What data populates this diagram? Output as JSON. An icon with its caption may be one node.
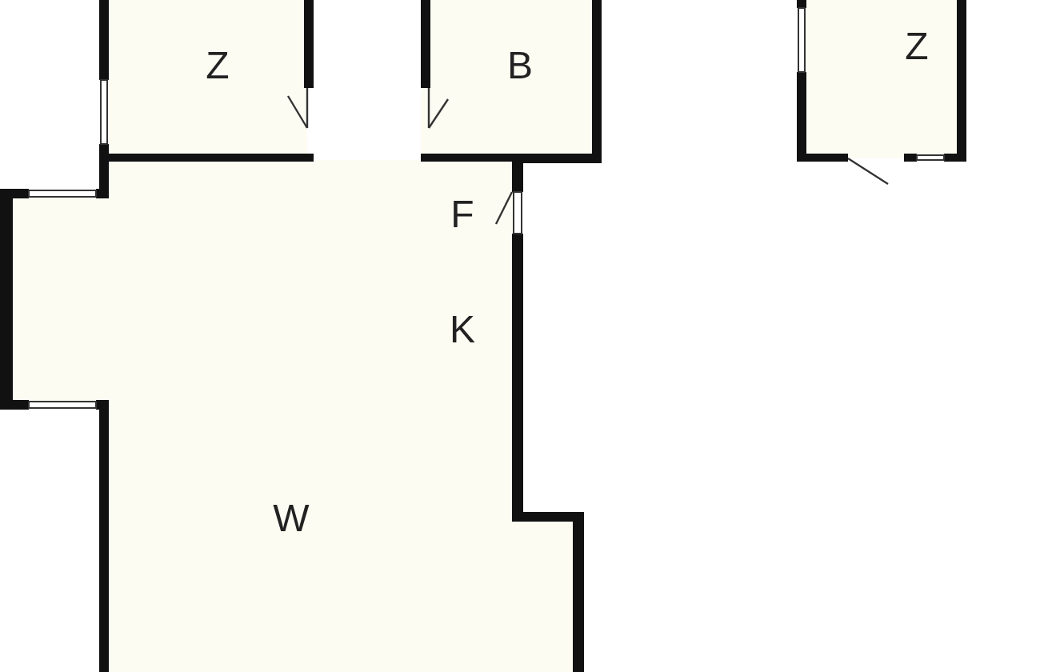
{
  "diagram": {
    "nodes": [
      {
        "text": [
          "Z"
        ]
      },
      {
        "text": [
          "B"
        ]
      },
      {
        "text": [
          "Z"
        ]
      },
      {
        "text": [
          "F",
          "K",
          "W"
        ]
      }
    ]
  }
}
